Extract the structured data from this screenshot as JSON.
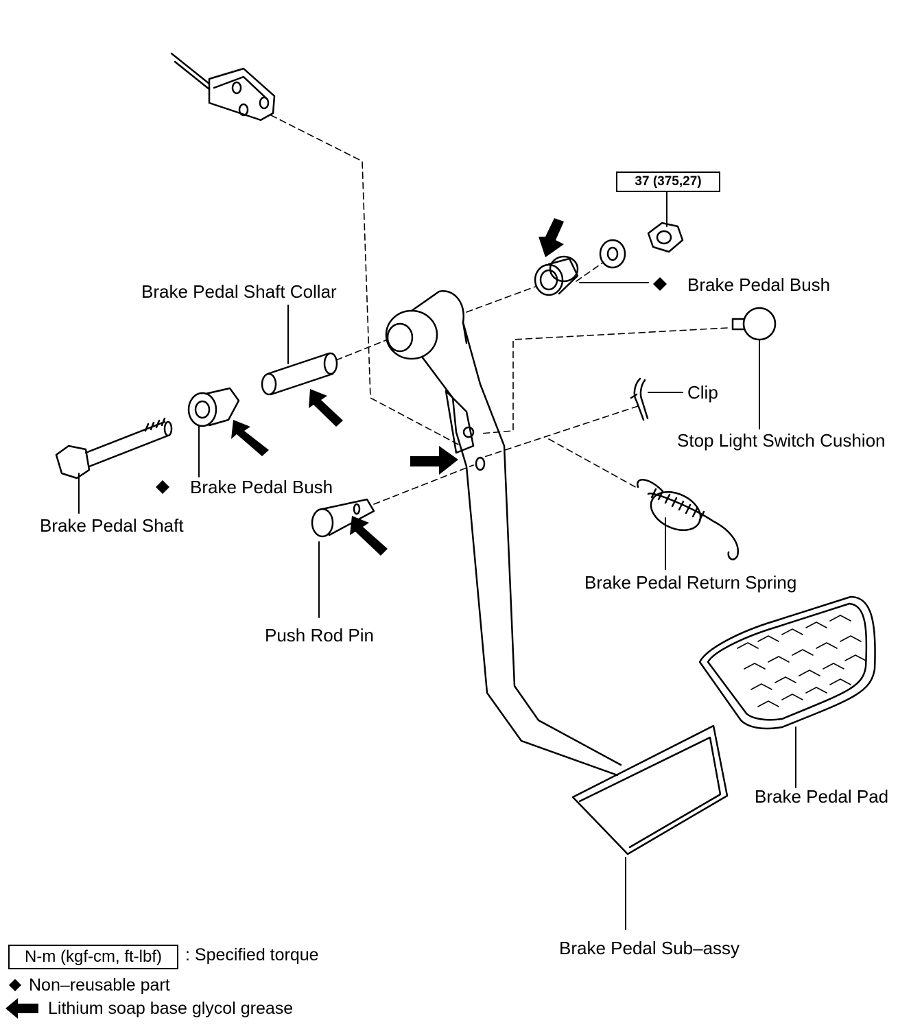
{
  "torque_value": "37 (375,27)",
  "labels": {
    "bush_top": "Brake Pedal Bush",
    "collar": "Brake Pedal Shaft Collar",
    "clip": "Clip",
    "cushion": "Stop Light Switch Cushion",
    "bush_left": "Brake Pedal Bush",
    "shaft": "Brake Pedal Shaft",
    "spring": "Brake Pedal Return Spring",
    "pin": "Push Rod Pin",
    "pad": "Brake Pedal Pad",
    "sub_assy": "Brake Pedal Sub–assy"
  },
  "legend": {
    "torque_unit": "N-m (kgf-cm, ft-lbf)",
    "torque_desc": ": Specified torque",
    "nonreusable": "Non–reusable part",
    "grease": "Lithium soap base glycol grease"
  }
}
